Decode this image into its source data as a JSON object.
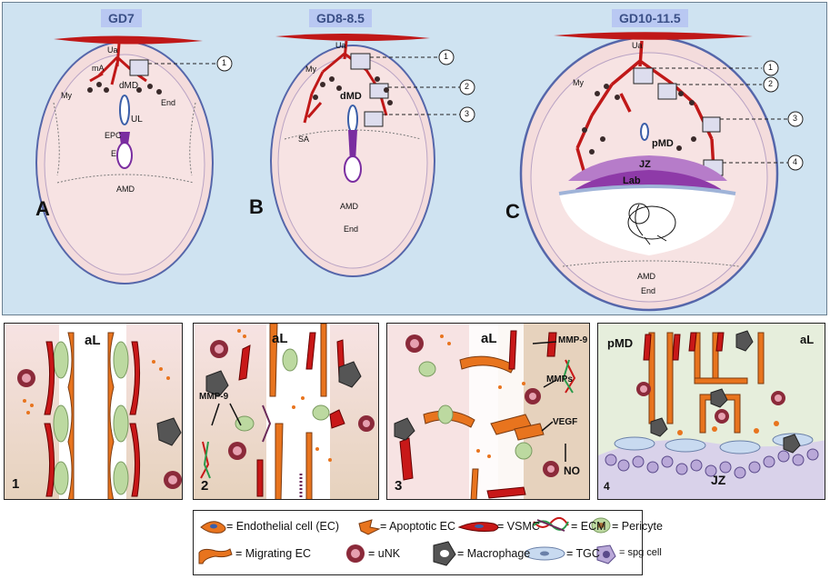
{
  "panelA": {
    "title": "GD7",
    "label": "A",
    "Ua": "Ua",
    "mA": "mA",
    "My": "My",
    "dMD": "dMD",
    "End": "End",
    "UL": "UL",
    "EPC": "EPC",
    "E": "E",
    "AMD": "AMD",
    "c1": "1"
  },
  "panelB": {
    "title": "GD8-8.5",
    "label": "B",
    "Ua": "Ua",
    "My": "My",
    "dMD": "dMD",
    "SA": "SA",
    "AMD": "AMD",
    "End": "End",
    "c1": "1",
    "c2": "2",
    "c3": "3"
  },
  "panelC": {
    "title": "GD10-11.5",
    "label": "C",
    "Ua": "Ua",
    "My": "My",
    "pMD": "pMD",
    "JZ": "JZ",
    "Lab": "Lab",
    "AMD": "AMD",
    "End": "End",
    "c1": "1",
    "c2": "2",
    "c3": "3",
    "c4": "4"
  },
  "detail1": {
    "num": "1",
    "aL": "aL"
  },
  "detail2": {
    "num": "2",
    "aL": "aL",
    "mmp9": "MMP-9"
  },
  "detail3": {
    "num": "3",
    "aL": "aL",
    "mmp9": "MMP-9",
    "mmps": "MMPs",
    "vegf": "VEGF",
    "no": "NO"
  },
  "detail4": {
    "num": "4",
    "pMD": "pMD",
    "aL": "aL",
    "JZ": "JZ"
  },
  "legend": {
    "ec": "= Endothelial cell (EC)",
    "apoptotic": "= Apoptotic EC",
    "vsmc": "= VSMC",
    "ecm": "= ECM",
    "pericyte": "= Pericyte",
    "migrating": "= Migrating EC",
    "unk": "= uNK",
    "macrophage": "= Macrophage",
    "tgc": "= TGC",
    "spg": "= spg cell"
  },
  "colors": {
    "vsmc": "#c81818",
    "ec": "#e8741e",
    "pericyte": "#bcd9a0",
    "unk": "#8b2a3a",
    "tgc": "#c8daf0",
    "spg": "#8a78b0",
    "jz": "#b67cc9",
    "lab": "#8e3aa8",
    "decidua": "#f3dcdc",
    "bg": "#cfe3f1"
  }
}
